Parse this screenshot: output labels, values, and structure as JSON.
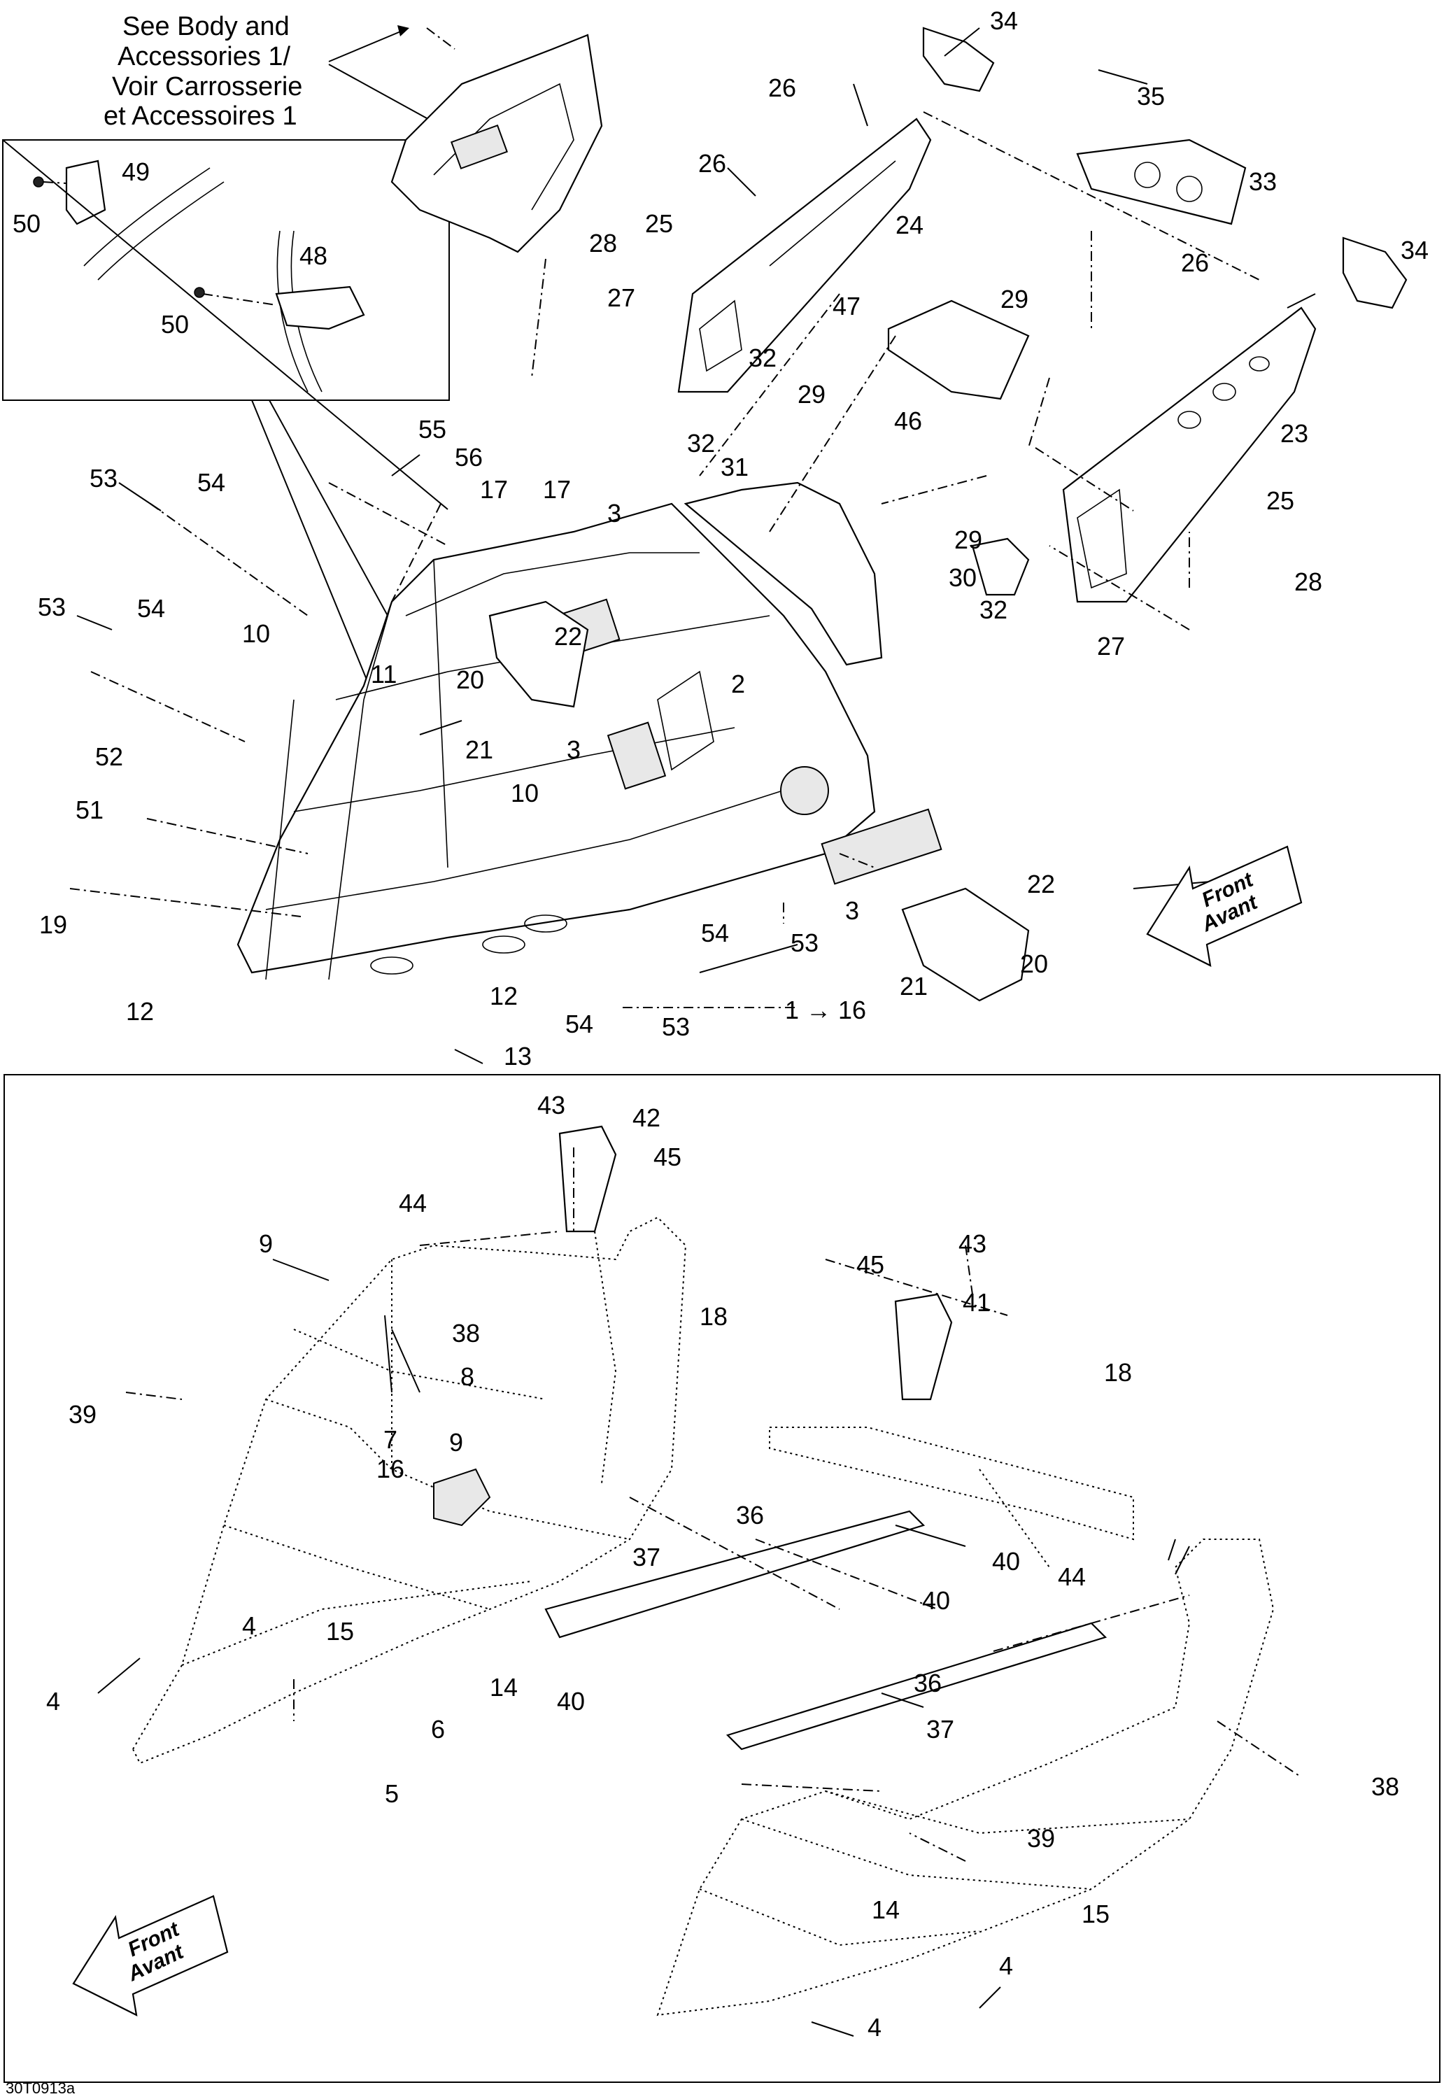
{
  "figure_code": "30T0913a",
  "note": {
    "lines": [
      "See Body and",
      "Accessories 1/",
      "Voir Carrosserie",
      "et Accessoires 1"
    ]
  },
  "front_arrows": {
    "top": {
      "line1": "Front",
      "line2": "Avant"
    },
    "bottom": {
      "line1": "Front",
      "line2": "Avant"
    }
  },
  "top_callouts": [
    "34",
    "26",
    "35",
    "33",
    "26",
    "24",
    "25",
    "28",
    "27",
    "34",
    "29",
    "47",
    "26",
    "32",
    "29",
    "32",
    "31",
    "46",
    "23",
    "55",
    "56",
    "53",
    "54",
    "17",
    "17",
    "3",
    "29",
    "25",
    "30",
    "28",
    "32",
    "27",
    "53",
    "54",
    "10",
    "22",
    "20",
    "11",
    "2",
    "21",
    "3",
    "52",
    "10",
    "51",
    "19",
    "22",
    "3",
    "54",
    "53",
    "20",
    "12",
    "12",
    "21",
    "1 → 16",
    "54",
    "53",
    "13",
    "49",
    "50",
    "48",
    "50"
  ],
  "bottom_callouts": [
    "43",
    "42",
    "45",
    "44",
    "9",
    "18",
    "38",
    "8",
    "7",
    "9",
    "43",
    "45",
    "41",
    "18",
    "39",
    "16",
    "36",
    "37",
    "40",
    "44",
    "40",
    "15",
    "4",
    "4",
    "14",
    "6",
    "36",
    "40",
    "37",
    "5",
    "38",
    "39",
    "14",
    "15",
    "4",
    "4"
  ],
  "colors": {
    "ink": "#000000",
    "paper": "#ffffff"
  }
}
